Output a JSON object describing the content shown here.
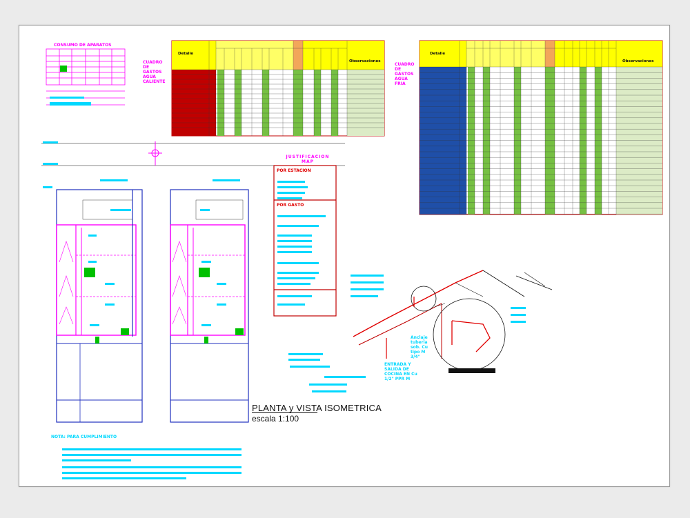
{
  "drawing": {
    "title": "PLANTA y VISTA ISOMETRICA",
    "scale": "escala 1:100"
  },
  "labels": {
    "consumo": "CONSUMO DE APARATOS",
    "cuadro_caliente": "CUADRO DE GASTOS AGUA CALIENTE",
    "cuadro_fria": "CUADRO DE GASTOS AGUA FRIA",
    "justificacion": "JUSTIFICACION MAP",
    "por_estacion": "POR ESTACION",
    "por_gasto": "POR GASTO",
    "nota": "NOTA: PARA CUMPLIMIENTO",
    "detalle": "Detalle",
    "observaciones": "Observaciones",
    "entrada": "ENTRADA Y SALIDA DE COCINA EN Cu 1/2\" PPR M",
    "anclaje": "Anclaje tuberia sob. Cu tipo M 3/4\""
  },
  "colors": {
    "line": "#ff00ff",
    "annot": "#00d8ff",
    "pipe": "#e00000",
    "table_header": "#ffff00",
    "table_red": "#c00000",
    "table_blue": "#1f4fa8",
    "table_green": "#76c043",
    "table_orange": "#f2a65a",
    "table_pale": "#dcebc6"
  }
}
